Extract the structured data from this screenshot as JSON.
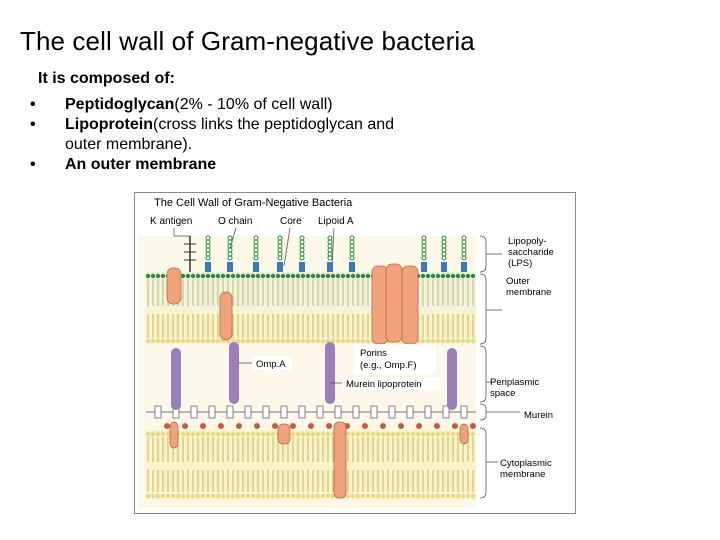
{
  "title": "The cell wall of Gram-negative bacteria",
  "intro": "It is composed of:",
  "bullets": [
    {
      "bold": "Peptidoglycan",
      "rest": "(2% - 10% of cell wall)"
    },
    {
      "bold": "Lipoprotein",
      "rest": "(cross links the peptidoglycan and outer membrane)."
    },
    {
      "bold": "An outer membrane",
      "rest": ""
    }
  ],
  "diagram": {
    "title": "The Cell Wall of Gram-Negative Bacteria",
    "top_labels": [
      "K antigen",
      "O chain",
      "Core",
      "Lipoid A"
    ],
    "right_labels": {
      "lps": [
        "Lipopoly-",
        "saccharide",
        "(LPS)"
      ],
      "outer_membrane": [
        "Outer",
        "membrane"
      ],
      "periplasmic": [
        "Periplasmic",
        "space"
      ],
      "murein": "Murein",
      "cytoplasmic": [
        "Cytoplasmic",
        "membrane"
      ]
    },
    "inner_labels": {
      "ompa": "Omp.A",
      "porins": [
        "Porins",
        "(e.g., Omp.F)"
      ],
      "murein_lipoprotein": "Murein lipoprotein"
    }
  },
  "colors": {
    "lipid_head": "#e8d88a",
    "lipid_tail": "#c8b860",
    "lps_head": "#2b8a3e",
    "lps_core": "#3a78c2",
    "protein": "#f2a27a",
    "lipoprotein": "#9b7fb8",
    "murein_node": "#c85a3a"
  }
}
